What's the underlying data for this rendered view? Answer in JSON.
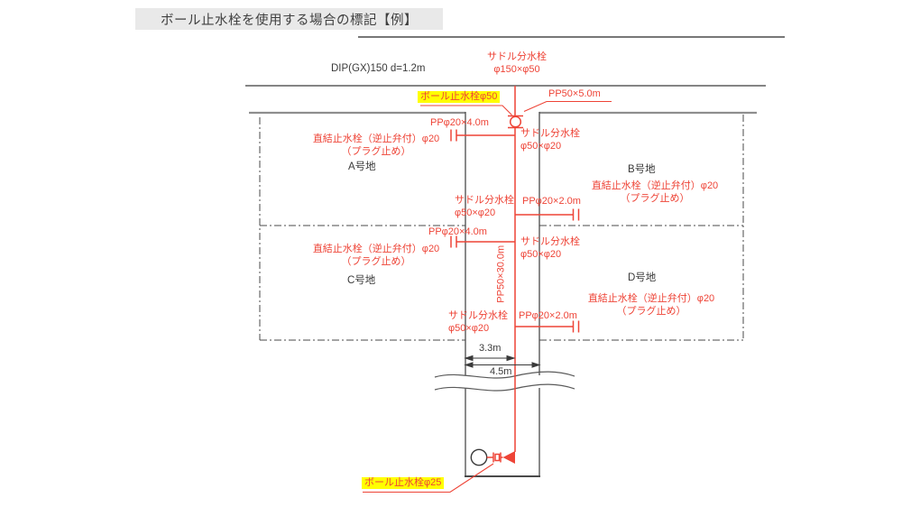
{
  "title": "ボール止水栓を使用する場合の標記【例】",
  "colors": {
    "red": "#ee4437",
    "highlight_yellow": "#ffff00",
    "line_dark": "#3a3a3a",
    "line_gray": "#8a8a8a"
  },
  "main_line": {
    "label": "DIP(GX)150 d=1.2m"
  },
  "saddle_main": {
    "line1": "サドル分水栓",
    "line2": "φ150×φ50"
  },
  "ball_valve_top": {
    "label": "ボール止水栓φ50"
  },
  "supply_pipe": {
    "label": "PP50×5.0m",
    "vertical_label": "PP50×30.0m"
  },
  "branches": {
    "a": {
      "pipe": "PPφ20×4.0m",
      "saddle1": "サドル分水栓",
      "saddle2": "φ50×φ20"
    },
    "b": {
      "pipe": "PPφ20×2.0m",
      "saddle1": "サドル分水栓",
      "saddle2": "φ50×φ20"
    },
    "c": {
      "pipe": "PPφ20×4.0m",
      "saddle1": "サドル分水栓",
      "saddle2": "φ50×φ20"
    },
    "d": {
      "pipe": "PPφ20×2.0m",
      "saddle1": "サドル分水栓",
      "saddle2": "φ50×φ20"
    }
  },
  "lots": {
    "a": {
      "name": "A号地",
      "valve": "直結止水栓（逆止弁付）φ20",
      "plug": "（プラグ止め）"
    },
    "b": {
      "name": "B号地",
      "valve": "直結止水栓（逆止弁付）φ20",
      "plug": "（プラグ止め）"
    },
    "c": {
      "name": "C号地",
      "valve": "直結止水栓（逆止弁付）φ20",
      "plug": "（プラグ止め）"
    },
    "d": {
      "name": "D号地",
      "valve": "直結止水栓（逆止弁付）φ20",
      "plug": "（プラグ止め）"
    }
  },
  "dimensions": {
    "pipe_offset": "3.3m",
    "road_width": "4.5m"
  },
  "ball_valve_bottom": {
    "label": "ボール止水栓φ25"
  }
}
